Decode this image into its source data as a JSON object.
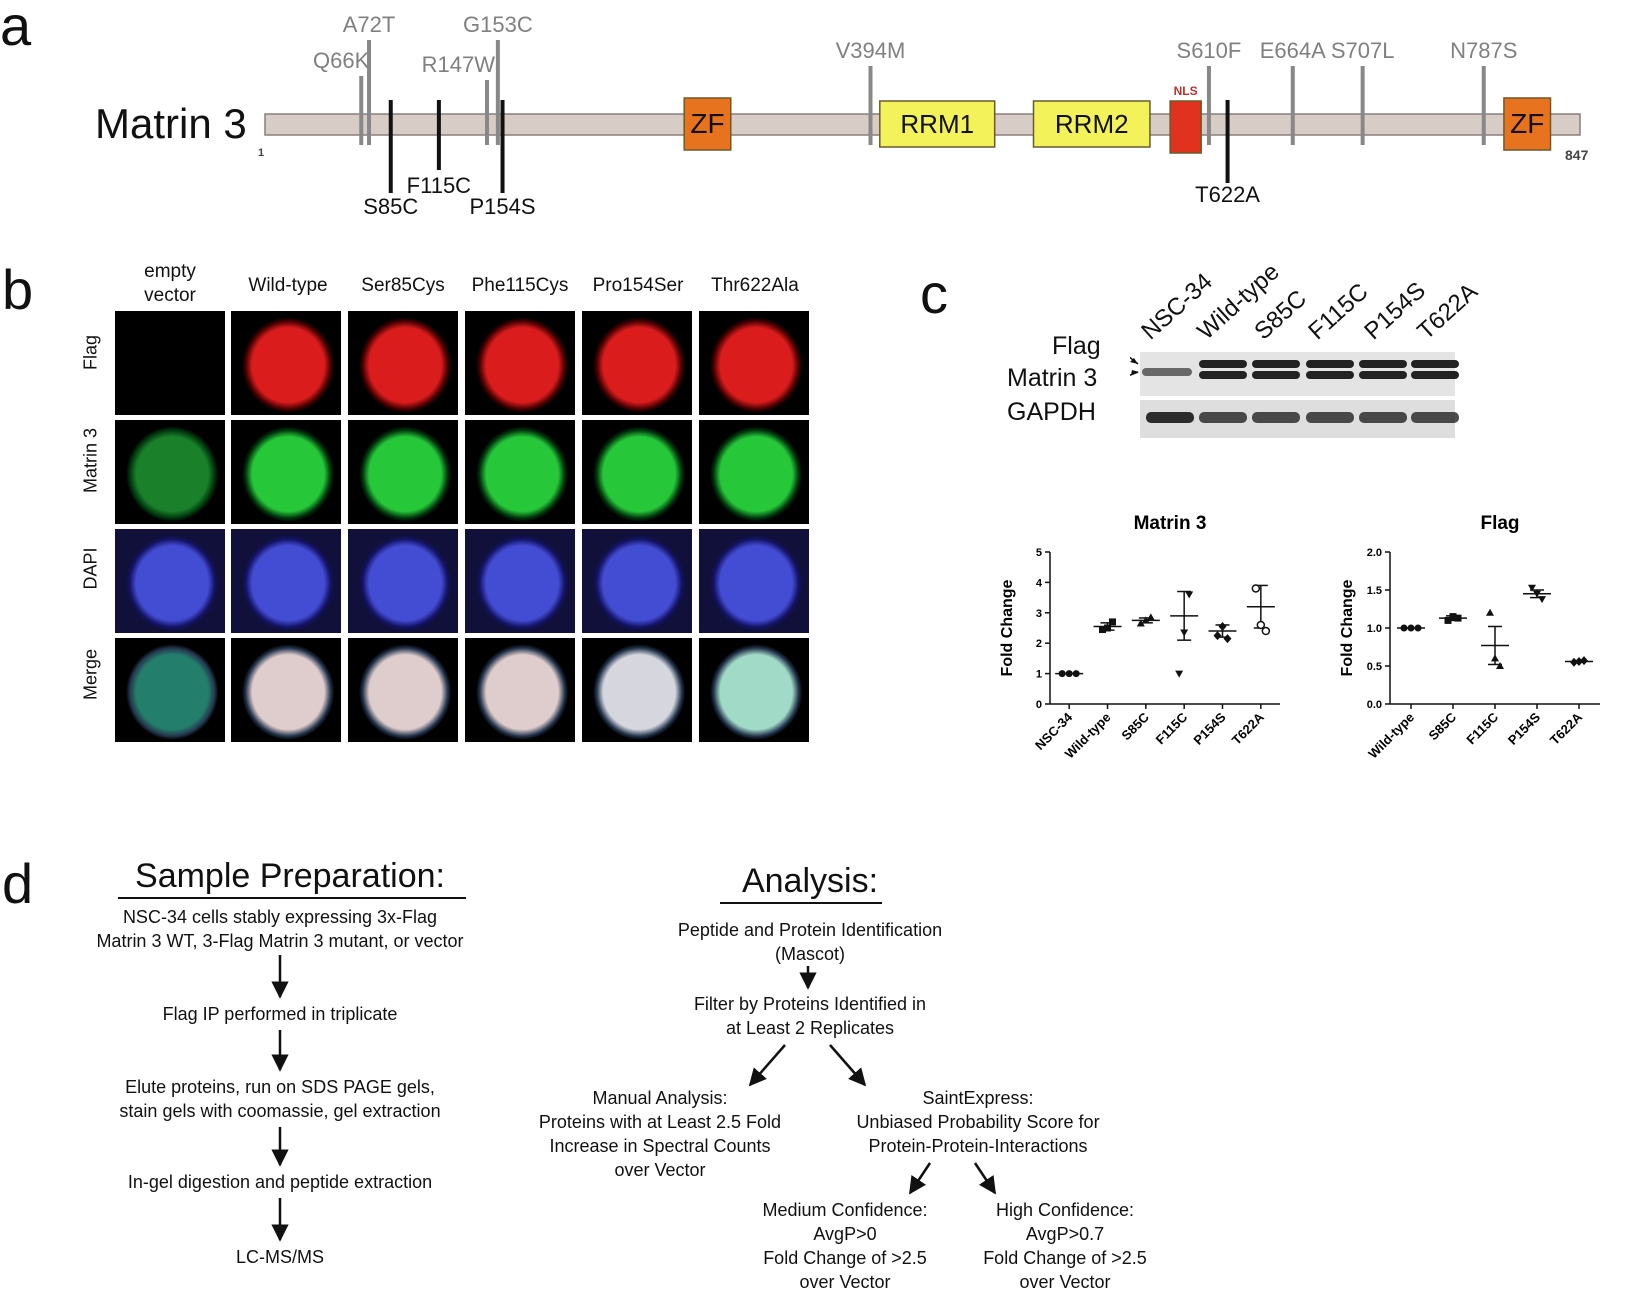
{
  "panels": {
    "a": "a",
    "b": "b",
    "c": "c",
    "d": "d"
  },
  "panel_a": {
    "protein_name": "Matrin 3",
    "start": "1",
    "end": "847",
    "domains": [
      {
        "label": "ZF",
        "aa_start": 270,
        "aa_end": 300,
        "color": "#e8731e"
      },
      {
        "label": "RRM1",
        "aa_start": 396,
        "aa_end": 470,
        "color": "#f4f25a"
      },
      {
        "label": "RRM2",
        "aa_start": 495,
        "aa_end": 570,
        "color": "#f4f25a"
      },
      {
        "label": "NLS",
        "aa_start": 583,
        "aa_end": 603,
        "color": "#e0321e"
      },
      {
        "label": "ZF",
        "aa_start": 798,
        "aa_end": 828,
        "color": "#e8731e"
      }
    ],
    "mutations_above": [
      {
        "label": "Q66K",
        "aa": 62
      },
      {
        "label": "A72T",
        "aa": 67
      },
      {
        "label": "R147W",
        "aa": 143
      },
      {
        "label": "G153C",
        "aa": 150
      },
      {
        "label": "V394M",
        "aa": 390
      },
      {
        "label": "S610F",
        "aa": 608
      },
      {
        "label": "E664A",
        "aa": 662
      },
      {
        "label": "S707L",
        "aa": 707
      },
      {
        "label": "N787S",
        "aa": 785
      }
    ],
    "mutations_below": [
      {
        "label": "S85C",
        "aa": 81
      },
      {
        "label": "F115C",
        "aa": 112
      },
      {
        "label": "P154S",
        "aa": 153
      },
      {
        "label": "T622A",
        "aa": 620
      }
    ]
  },
  "panel_b": {
    "columns": [
      "empty\nvector",
      "Wild-type",
      "Ser85Cys",
      "Phe115Cys",
      "Pro154Ser",
      "Thr622Ala"
    ],
    "rows": [
      "Flag",
      "Matrin 3",
      "DAPI",
      "Merge"
    ]
  },
  "panel_c": {
    "blot_lanes": [
      "NSC-34",
      "Wild-type",
      "S85C",
      "F115C",
      "P154S",
      "T622A"
    ],
    "blot_labels": [
      "Flag",
      "Matrin 3",
      "GAPDH"
    ]
  },
  "chart_data": [
    {
      "type": "scatter",
      "title": "Matrin 3",
      "ylabel": "Fold Change",
      "ylim": [
        0,
        5
      ],
      "yticks": [
        0,
        1,
        2,
        3,
        4,
        5
      ],
      "categories": [
        "NSC-34",
        "Wild-type",
        "S85C",
        "F115C",
        "P154S",
        "T622A"
      ],
      "markers": [
        "circle",
        "square",
        "triangle-up",
        "triangle-down",
        "diamond",
        "circle-open"
      ],
      "points": [
        [
          1.0,
          1.0,
          1.0
        ],
        [
          2.45,
          2.5,
          2.7
        ],
        [
          2.65,
          2.75,
          2.85
        ],
        [
          1.0,
          2.35,
          3.6
        ],
        [
          2.25,
          2.55,
          2.15
        ],
        [
          3.8,
          2.6,
          2.4
        ]
      ],
      "means": [
        1.0,
        2.55,
        2.75,
        2.9,
        2.4,
        3.2
      ],
      "errors": [
        0.0,
        0.12,
        0.08,
        0.8,
        0.2,
        0.7
      ]
    },
    {
      "type": "scatter",
      "title": "Flag",
      "ylabel": "Fold Change",
      "ylim": [
        0,
        2
      ],
      "yticks": [
        "0.0",
        "0.5",
        "1.0",
        "1.5",
        "2.0"
      ],
      "categories": [
        "Wild-type",
        "S85C",
        "F115C",
        "P154S",
        "T622A"
      ],
      "markers": [
        "circle",
        "square",
        "triangle-up",
        "triangle-down",
        "diamond"
      ],
      "points": [
        [
          1.0,
          1.0,
          1.0
        ],
        [
          1.1,
          1.15,
          1.13
        ],
        [
          1.2,
          0.6,
          0.5
        ],
        [
          1.53,
          1.45,
          1.38
        ],
        [
          0.55,
          0.56,
          0.57
        ]
      ],
      "means": [
        1.0,
        1.13,
        0.77,
        1.45,
        0.56
      ],
      "errors": [
        0.0,
        0.03,
        0.25,
        0.05,
        0.01
      ]
    }
  ],
  "panel_d": {
    "sample_title": "Sample Preparation:",
    "sample_steps": [
      "NSC-34 cells stably expressing 3x-Flag\nMatrin 3 WT, 3-Flag Matrin 3 mutant, or vector",
      "Flag IP performed in triplicate",
      "Elute proteins, run on SDS PAGE gels,\nstain gels with coomassie, gel extraction",
      "In-gel digestion and peptide extraction",
      "LC-MS/MS"
    ],
    "analysis_title": "Analysis:",
    "analysis_step1": "Peptide and Protein Identification\n(Mascot)",
    "analysis_step2": "Filter by Proteins Identified in\nat Least 2 Replicates",
    "manual": "Manual Analysis:\nProteins with at Least 2.5 Fold\nIncrease in Spectral Counts\nover Vector",
    "saint": "SaintExpress:\nUnbiased Probability Score for\nProtein-Protein-Interactions",
    "medium": "Medium Confidence:\nAvgP>0\nFold Change of >2.5\nover Vector",
    "high": "High Confidence:\nAvgP>0.7\nFold Change of >2.5\nover Vector"
  }
}
